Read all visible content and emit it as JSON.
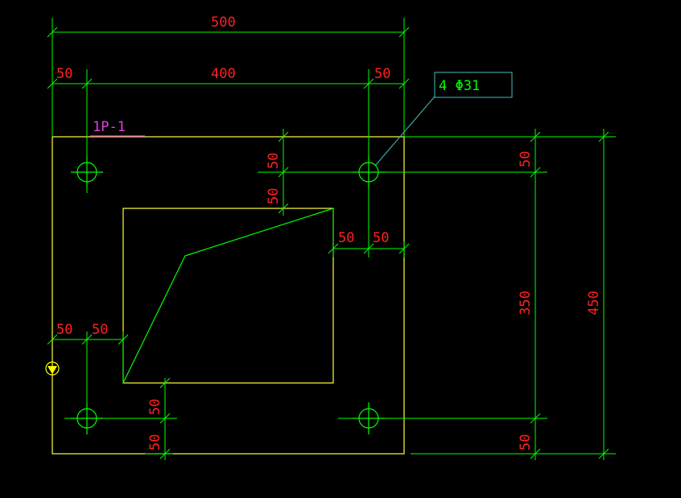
{
  "colors": {
    "background": "#000000",
    "dimension_line": "#00ff00",
    "dimension_text": "#ff2020",
    "plate_outline": "#ffff40",
    "label_magenta": "#e040e0",
    "callout_box": "#40c0c0",
    "callout_text": "#00ff00",
    "hole": "#00ff00",
    "marker": "#ffff00"
  },
  "plate": {
    "label": "1P-1"
  },
  "callout": {
    "text": "4 Φ31"
  },
  "dimensions": {
    "top_overall": "500",
    "top_inner": "400",
    "top_left_edge": "50",
    "top_right_edge": "50",
    "right_top_hole": "50",
    "right_middle": "350",
    "right_bottom_hole": "50",
    "right_overall": "450",
    "inner_top_left": "50",
    "inner_top_left2": "50",
    "opening_right_1": "50",
    "opening_right_2": "50",
    "left_mid_1": "50",
    "left_mid_2": "50",
    "bottom_1": "50",
    "bottom_2": "50"
  },
  "icons": {
    "marker": "elevation-marker-icon",
    "hole": "bolt-hole-icon"
  }
}
